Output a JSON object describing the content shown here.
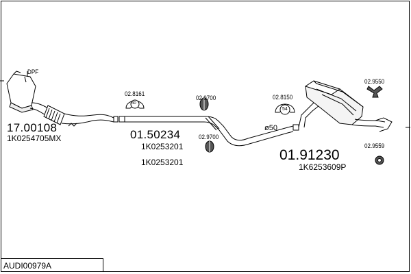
{
  "diagram": {
    "code": "AUDI00979A",
    "dpf_label": "DPF",
    "diameter_label": "ø50",
    "parts": [
      {
        "number": "17.00108",
        "oem": "1K0254705MX"
      },
      {
        "number": "01.50234",
        "oem": [
          "1K0253201",
          "1K0253201"
        ]
      },
      {
        "number": "01.91230",
        "oem": "1K6253609P"
      }
    ],
    "accessories": [
      {
        "number": "02.8161",
        "badge": "40"
      },
      {
        "number": "02.9700"
      },
      {
        "number": "02.9700"
      },
      {
        "number": "02.8150",
        "badge": "54"
      },
      {
        "number": "02.9550"
      },
      {
        "number": "02.9559"
      }
    ]
  }
}
